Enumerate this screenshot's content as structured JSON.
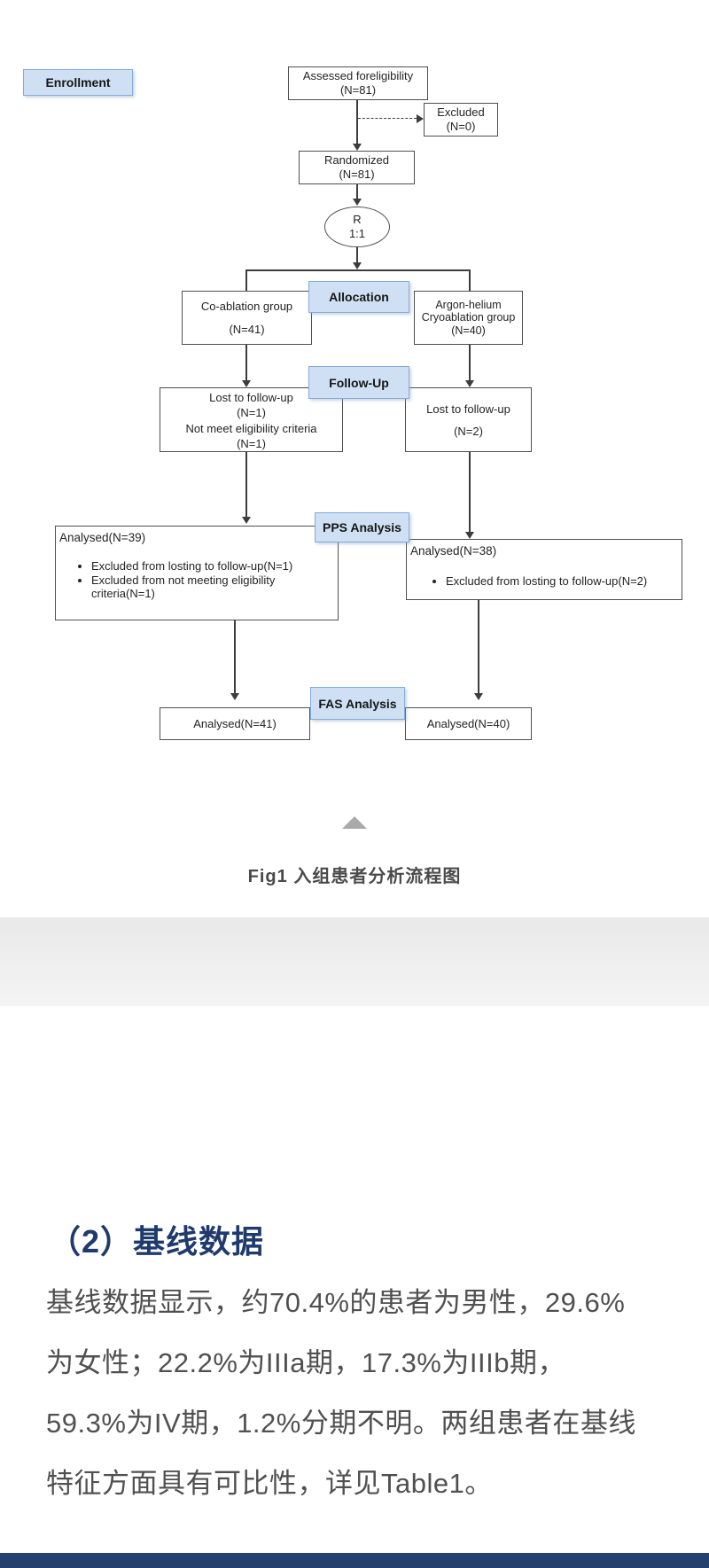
{
  "flowchart": {
    "enrollment_label": "Enrollment",
    "assessed": {
      "line1": "Assessed foreligibility",
      "line2": "(N=81)"
    },
    "excluded": {
      "line1": "Excluded",
      "line2": "(N=0)"
    },
    "randomized": {
      "line1": "Randomized",
      "line2": "(N=81)"
    },
    "randomization": {
      "line1": "R",
      "line2": "1:1"
    },
    "allocation_label": "Allocation",
    "group_left": {
      "line1": "Co-ablation group",
      "line2": "(N=41)"
    },
    "group_right": {
      "line1": "Argon-helium",
      "line2": "Cryoablation group",
      "line3": "(N=40)"
    },
    "followup_label": "Follow-Up",
    "lost_left": {
      "line1": "Lost to follow-up",
      "line2": "(N=1)",
      "line3": "Not meet eligibility criteria",
      "line4": "(N=1)"
    },
    "lost_right": {
      "line1": "Lost to follow-up",
      "line2": "(N=2)"
    },
    "pps_label": "PPS Analysis",
    "pps_left": {
      "title": "Analysed(N=39)",
      "bullets": [
        "Excluded from losting to follow-up(N=1)",
        "Excluded from not meeting eligibility criteria(N=1)"
      ]
    },
    "pps_right": {
      "title": "Analysed(N=38)",
      "bullets": [
        "Excluded from losting to follow-up(N=2)"
      ]
    },
    "fas_label": "FAS Analysis",
    "fas_left_label": "Analysed(N=41)",
    "fas_right_label": "Analysed(N=40)"
  },
  "figure_caption": "Fig1 入组患者分析流程图",
  "section": {
    "heading": "（2）基线数据",
    "paragraph_lines": [
      "基线数据显示，约70.4%的患者为男性，29.6%",
      "为女性；22.2%为IIIa期，17.3%为IIIb期，",
      "59.3%为IV期，1.2%分期不明。两组患者在基线",
      "特征方面具有可比性，详见Table1。"
    ]
  },
  "colors": {
    "label_fill": "#cfe0f4",
    "label_border": "#85abd5",
    "box_border": "#4f4f4f",
    "heading_navy": "#1f3a6c",
    "bottom_bar_navy": "#24406f",
    "gray_band": "#ececec",
    "body_text": "#505050",
    "caption_text": "#4a4a4a",
    "triangle_gray": "#a9a9a9"
  }
}
